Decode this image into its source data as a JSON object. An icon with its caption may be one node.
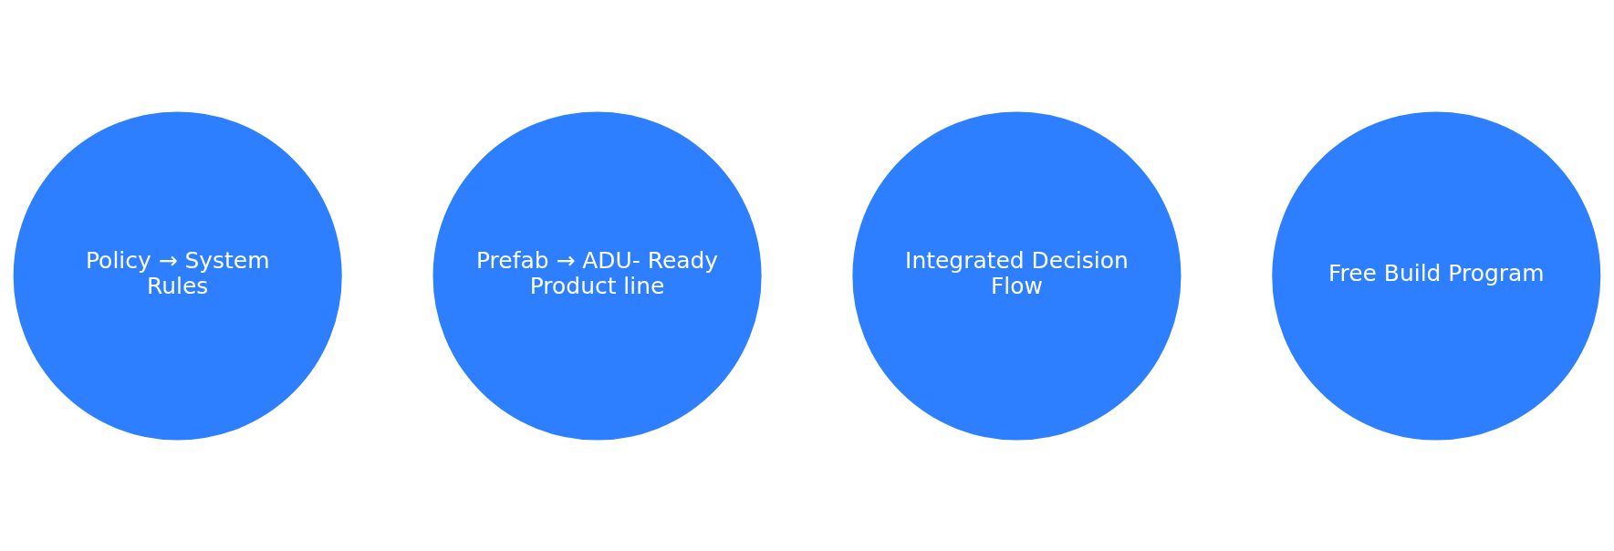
{
  "diagram": {
    "nodes": [
      {
        "text": [
          "Policy → System Rules"
        ]
      },
      {
        "text": [
          "Prefab → ADU- Ready Product line"
        ]
      },
      {
        "text": [
          "Integrated Decision Flow"
        ]
      },
      {
        "text": [
          "Free Build Program"
        ]
      }
    ]
  }
}
